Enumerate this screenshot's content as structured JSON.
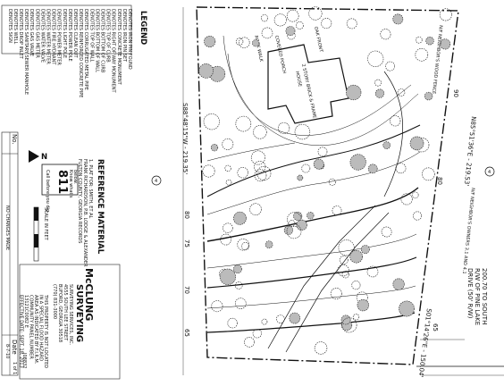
{
  "legend": {
    "title": "LEGEND",
    "items": [
      "DENOTES IRON PIN FOUND",
      "DENOTES IRON PIN SET",
      "DENOTES CONCRETE MONUMENT",
      "DENOTES RIGHT OF WAY MONUMENT",
      "DENOTES TOP OF CURB",
      "DENOTES BOTTOM OF CURB",
      "DENOTES BOTTOM OF WALL",
      "DENOTES TOP OF WALL",
      "DENOTES CORRUGATED METAL PIPE",
      "DENOTES REINFORCED CONCRETE PIPE",
      "DENOTES CLEAN OUT",
      "DENOTES POWER POLE",
      "DENOTES LIGHT POLE",
      "DENOTES POWER METER",
      "DENOTES FIRE HYDRANT",
      "DENOTES WATER METER",
      "DENOTES WATER VALVE",
      "DENOTES GAS METER",
      "DENOTES GAS VALVE",
      "DENOTES SANITARY SEWER MANHOLE",
      "DENOTES DROP INLET",
      "DENOTES WELL",
      "DENOTES SIGN"
    ]
  },
  "revision": {
    "headers": [
      "No.",
      "Date"
    ],
    "row": "NO CHANGES MADE",
    "date": "8-7-10"
  },
  "north_arrow": {
    "label": "N"
  },
  "badge": {
    "number": "811",
    "line1": "Know what's",
    "line2": "below.",
    "line3": "Call before you dig."
  },
  "scale": {
    "label": "SCALE IN FEET"
  },
  "reference": {
    "title": "REFERENCE MATERIAL",
    "lines": [
      "1. PLAT FOR: SMITH, ET AL",
      "FRANK RICHARDSON, P.B. LODGE & ALEXANDER",
      "FULTON COUNTY, GEORGIA RECORDS"
    ]
  },
  "company": {
    "name": "SURVEYING",
    "prefix": "McCLUNG",
    "lines": [
      "SURVEYING SERVICES, INC.",
      "4555 SOUTH LEE STREET",
      "BUFORD, GEORGIA 30518",
      "(770) 831-3000"
    ]
  },
  "flood_note": [
    "THIS PROPERTY IS NOT LOCATED",
    "IN A SPECIAL FLOOD HAZARD",
    "AREA AS INDICATED BY F.I.R.M.",
    "COMMUNITY PANEL NUMBER",
    "13121C0082 E",
    "EFFECTIVE DATE: SEPT. 18, 2013"
  ],
  "job_number": "J08832",
  "bearings": {
    "west": "S88°48'15\"W - 219.35'",
    "east": "N85°51'36\"E - 219.53'",
    "south": "S01°14'26\"E - 150.04'"
  },
  "contours": [
    "80",
    "80",
    "75",
    "70",
    "65",
    "65",
    "90"
  ],
  "spot_labels": [
    "4",
    "4"
  ],
  "house": {
    "label": "2 STORY BRICK & FRAME",
    "sub": "HOUSE",
    "parts": [
      "COVERED PORCH",
      "OAK FRONT",
      "ROCK WALK"
    ]
  },
  "owner_labels": [
    "N/F NEIGHBOR'S WOOD FENCE",
    "N/F NEIGHBOR'S OWNERS 3.1 AND 4.1"
  ],
  "road": [
    "200.70 TO SOUTH",
    "R/W OF PINE LAKE",
    "DRIVE (50' R/W)"
  ],
  "page_number": "1 of 1"
}
